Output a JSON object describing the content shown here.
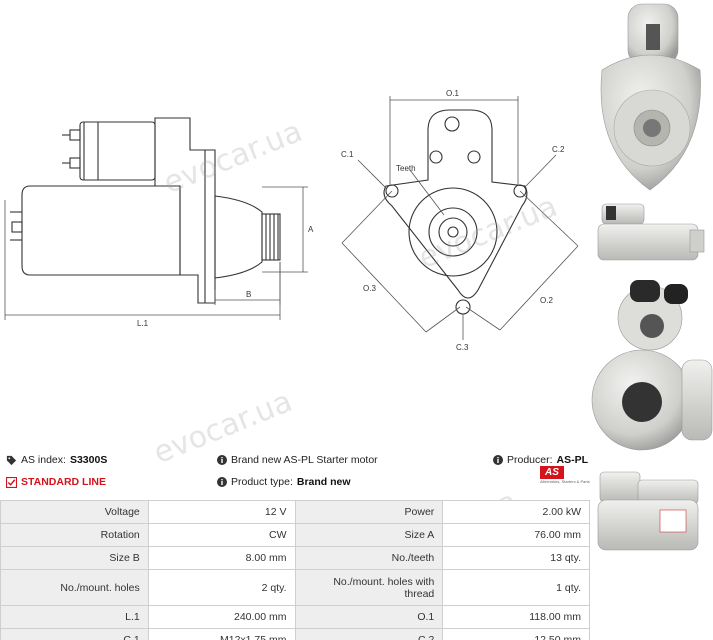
{
  "watermark": {
    "text": "evocar.ua"
  },
  "drawing_side": {
    "dim_a": "A",
    "dim_b": "B",
    "dim_l1": "L.1"
  },
  "drawing_front": {
    "dim_o1": "O.1",
    "dim_o2": "O.2",
    "dim_o3": "O.3",
    "dim_c1": "C.1",
    "dim_c2": "C.2",
    "dim_c3": "C.3",
    "teeth": "Teeth"
  },
  "info": {
    "as_index_label": "AS index:",
    "as_index_value": "S3300S",
    "description": "Brand new AS-PL Starter motor",
    "producer_label": "Producer:",
    "producer_value": "AS-PL",
    "line": "STANDARD LINE",
    "product_type_label": "Product type:",
    "product_type_value": "Brand new",
    "logo_text": "AS",
    "logo_sub": "Alternators, Starters & Parts"
  },
  "colors": {
    "accent": "#d4141c",
    "label_bg": "#eeeeee",
    "border": "#cfcfcf"
  },
  "specs": [
    {
      "l1": "Voltage",
      "v1": "12 V",
      "l2": "Power",
      "v2": "2.00 kW"
    },
    {
      "l1": "Rotation",
      "v1": "CW",
      "l2": "Size A",
      "v2": "76.00 mm"
    },
    {
      "l1": "Size B",
      "v1": "8.00 mm",
      "l2": "No./teeth",
      "v2": "13 qty."
    },
    {
      "l1": "No./mount. holes",
      "v1": "2 qty.",
      "l2": "No./mount. holes with thread",
      "v2": "1 qty."
    },
    {
      "l1": "L.1",
      "v1": "240.00 mm",
      "l2": "O.1",
      "v2": "118.00 mm"
    },
    {
      "l1": "C.1",
      "v1": "M12x1.75 mm",
      "l2": "C.2",
      "v2": "12.50 mm"
    }
  ]
}
